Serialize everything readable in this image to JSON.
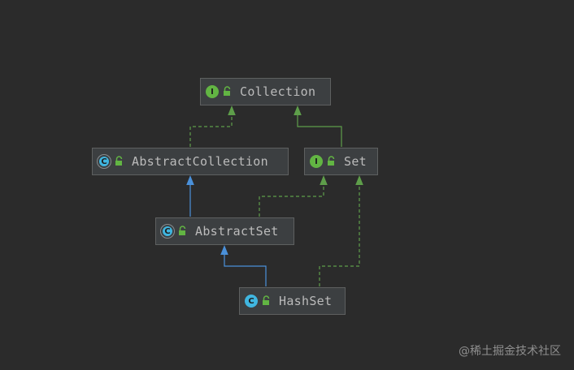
{
  "diagram": {
    "nodes": [
      {
        "id": "collection",
        "label": "Collection",
        "kind": "interface",
        "kind_letter": "I"
      },
      {
        "id": "abstract-collection",
        "label": "AbstractCollection",
        "kind": "abstract-class",
        "kind_letter": "C"
      },
      {
        "id": "set",
        "label": "Set",
        "kind": "interface",
        "kind_letter": "I"
      },
      {
        "id": "abstract-set",
        "label": "AbstractSet",
        "kind": "abstract-class",
        "kind_letter": "C"
      },
      {
        "id": "hashset",
        "label": "HashSet",
        "kind": "class",
        "kind_letter": "C"
      }
    ],
    "edges": [
      {
        "from": "abstract-collection",
        "to": "collection",
        "type": "implements"
      },
      {
        "from": "set",
        "to": "collection",
        "type": "extends-interface"
      },
      {
        "from": "abstract-set",
        "to": "abstract-collection",
        "type": "extends"
      },
      {
        "from": "abstract-set",
        "to": "set",
        "type": "implements"
      },
      {
        "from": "hashset",
        "to": "abstract-set",
        "type": "extends"
      },
      {
        "from": "hashset",
        "to": "set",
        "type": "implements"
      }
    ]
  },
  "colors": {
    "background": "#2b2b2b",
    "extends_edge": "#4a90d9",
    "interface_edge": "#5e9e4a",
    "interface_icon": "#62b543",
    "class_icon": "#40b6e0",
    "lock": "#62b543"
  },
  "icons": {
    "visibility": "unlocked-padlock-icon"
  },
  "watermark": "@稀土掘金技术社区"
}
